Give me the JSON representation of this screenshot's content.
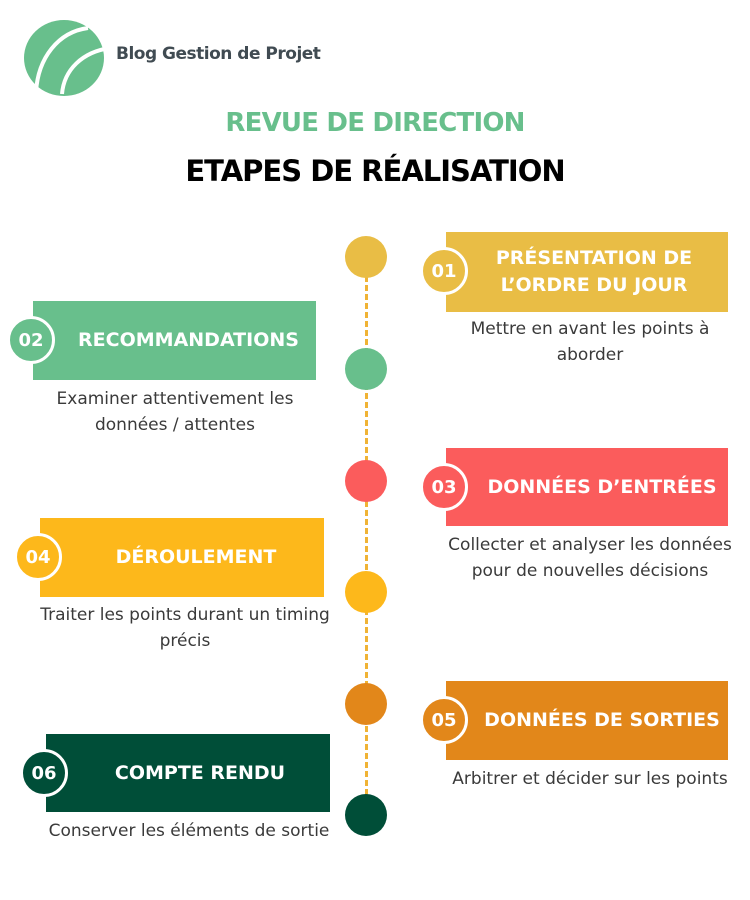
{
  "brand": {
    "name": "Blog Gestion de Projet"
  },
  "title": {
    "line1": "REVUE DE DIRECTION",
    "line2": "ETAPES DE RÉALISATION"
  },
  "colors": {
    "yellow": "#e9bd45",
    "green": "#68bf8c",
    "red": "#fb5c5c",
    "amber": "#fdb81b",
    "orange": "#e2871a",
    "dark_green": "#004e38",
    "connector": "#f0b335"
  },
  "steps": [
    {
      "number": "01",
      "title": "PRÉSENTATION DE L’ORDRE DU JOUR",
      "description": "Mettre en avant les points à aborder"
    },
    {
      "number": "02",
      "title": "RECOMMANDATIONS",
      "description": "Examiner attentivement les données / attentes"
    },
    {
      "number": "03",
      "title": "DONNÉES D’ENTRÉES",
      "description": "Collecter et analyser les données pour de nouvelles décisions"
    },
    {
      "number": "04",
      "title": "DÉROULEMENT",
      "description": "Traiter les points durant un timing précis"
    },
    {
      "number": "05",
      "title": "DONNÉES DE SORTIES",
      "description": "Arbitrer et décider sur les points"
    },
    {
      "number": "06",
      "title": "COMPTE RENDU",
      "description": "Conserver les éléments de sortie"
    }
  ]
}
